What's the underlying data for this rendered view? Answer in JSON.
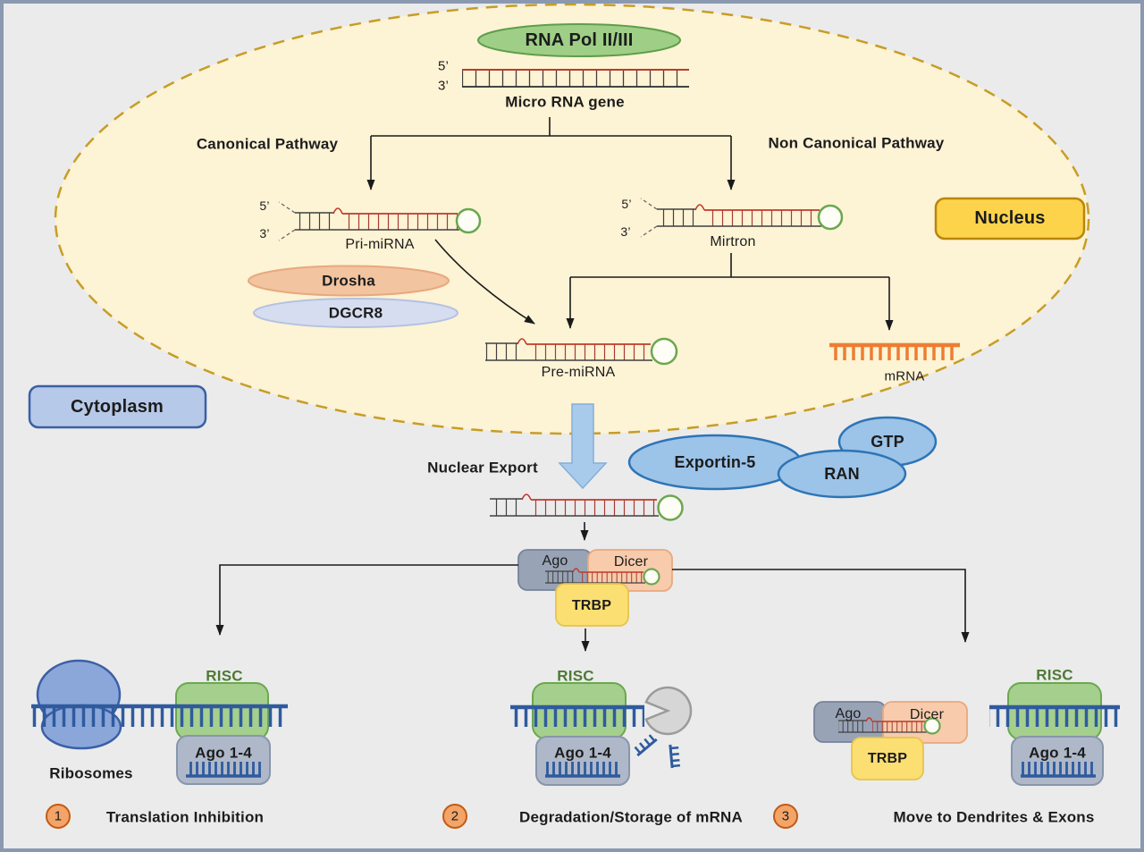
{
  "nucleus": {
    "rna_pol_label": "RNA Pol II/III",
    "gene": {
      "five_prime": "5’",
      "three_prime": "3’",
      "label": "Micro RNA gene"
    },
    "canonical_label": "Canonical Pathway",
    "non_canonical_label": "Non Canonical Pathway",
    "pri_mirna": {
      "five_prime": "5’",
      "three_prime": "3’",
      "label": "Pri-miRNA"
    },
    "mirtron": {
      "five_prime": "5’",
      "three_prime": "3’",
      "label": "Mirtron"
    },
    "nucleus_tag": "Nucleus",
    "drosha_label": "Drosha",
    "dgcr8_label": "DGCR8",
    "pre_mirna_label": "Pre-miRNA",
    "mrna_label": "mRNA"
  },
  "cytoplasm": {
    "cytoplasm_tag": "Cytoplasm",
    "nuclear_export_label": "Nuclear Export",
    "exportin5_label": "Exportin-5",
    "ran_label": "RAN",
    "gtp_label": "GTP",
    "dicer_complex": {
      "ago": "Ago",
      "dicer": "Dicer",
      "trbp": "TRBP"
    },
    "right_complex": {
      "ago": "Ago",
      "dicer": "Dicer",
      "trbp": "TRBP"
    },
    "risc_left": {
      "risc": "RISC",
      "ago14": "Ago 1-4"
    },
    "risc_mid": {
      "risc": "RISC",
      "ago14": "Ago 1-4"
    },
    "risc_right": {
      "risc": "RISC",
      "ago14": "Ago 1-4"
    },
    "ribosomes_label": "Ribosomes"
  },
  "outcomes": [
    {
      "number": "1",
      "label": "Translation Inhibition"
    },
    {
      "number": "2",
      "label": "Degradation/Storage of mRNA"
    },
    {
      "number": "3",
      "label": "Move to Dendrites & Exons"
    }
  ],
  "colors": {
    "frame_border": "#8a99b0",
    "nucleus_fill": "#fdf3d5",
    "nucleus_border": "#c79d25",
    "rna_pol_green": "#9fcf87",
    "drosha_fill": "#f2c4a0",
    "dgcr8_fill": "#d6ddf0",
    "nucleus_tag_fill": "#fcd34b",
    "cytoplasm_tag_fill": "#b7c9e8",
    "export_blue": "#9cc3e8",
    "ago_fill": "#98a3b6",
    "dicer_fill": "#f7cbab",
    "trbp_fill": "#fbdf72",
    "risc_fill": "#a5cf8c",
    "ago14_fill": "#aeb8c9",
    "mrna_blue": "#2f5b9e",
    "mrna_orange": "#ed7d31",
    "strand_red": "#c0392b",
    "outcome_circle_fill": "#f2a469",
    "outcome_circle_border": "#c55a11"
  }
}
